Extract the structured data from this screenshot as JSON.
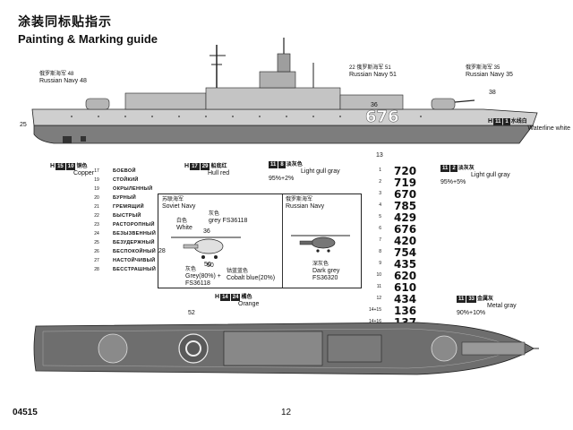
{
  "header": {
    "title_cn": "涂装同标贴指示",
    "title_en": "Painting & Marking guide"
  },
  "callouts": {
    "navy48": {
      "cn": "俄罗斯海军 48",
      "en": "Russian Navy 48"
    },
    "navy51": {
      "num": "22",
      "cn": "俄罗斯海军 51",
      "en": "Russian Navy 51"
    },
    "navy35": {
      "cn": "俄罗斯海军 35",
      "en": "Russian Navy 35"
    },
    "copper": {
      "code": "H",
      "n1": "15",
      "n2": "10",
      "cn": "铜色",
      "en": "Copper"
    },
    "hullred": {
      "code": "H",
      "n1": "17",
      "n2": "29",
      "cn": "船底红",
      "en": "Hull red"
    },
    "lgg1": {
      "n1": "11",
      "n2": "8",
      "cn": "淡灰色",
      "en": "Light gull gray",
      "mix": "95%+2%"
    },
    "lgg2": {
      "n1": "11",
      "n2": "2",
      "cn": "淡灰灰",
      "en": "Light gull gray",
      "mix": "95%+5%"
    },
    "waterline": {
      "code": "H",
      "n1": "11",
      "n2": "1",
      "cn": "水线白",
      "en": "Waterline white"
    },
    "orange": {
      "code": "H",
      "n1": "14",
      "n2": "24",
      "cn": "橘色",
      "en": "Orange"
    },
    "metal": {
      "n1": "11",
      "n2": "33",
      "cn": "金属灰",
      "en": "Metal gray",
      "mix": "90%+10%"
    }
  },
  "side_marks": {
    "m1": "25",
    "m2": "36",
    "m3": "38",
    "m4": "13",
    "m5": "52",
    "m6": "50"
  },
  "ship_names": {
    "indices": [
      "17",
      "19",
      "19",
      "20",
      "21",
      "22",
      "23",
      "24",
      "25",
      "26",
      "27",
      "28"
    ],
    "names": [
      "БОЕВОЙ",
      "СТОЙКИЙ",
      "ОКРЫЛЕННЫЙ",
      "БУРНЫЙ",
      "ГРЕМЯЩИЙ",
      "БЫСТРЫЙ",
      "РАСТОРОПНЫЙ",
      "БЕЗЫЗВЕННЫЙ",
      "БЕЗУДЕРЖНЫЙ",
      "БЕСПОКОЙНЫЙ",
      "НАСТОЙЧИВЫЙ",
      "БЕССТРАШНЫЙ"
    ]
  },
  "hull_numbers": {
    "indices": [
      "1",
      "2",
      "3",
      "4",
      "5",
      "6",
      "7",
      "8",
      "9",
      "10",
      "11",
      "12",
      "14+15",
      "14+16"
    ],
    "values": [
      "720",
      "719",
      "670",
      "785",
      "429",
      "676",
      "420",
      "754",
      "435",
      "620",
      "610",
      "434",
      "136",
      "137"
    ]
  },
  "box": {
    "soviet_cn": "苏联海军",
    "soviet_en": "Soviet Navy",
    "grey_cn": "灰色",
    "grey_en": "grey FS36118",
    "white_cn": "白色",
    "white_en": "White",
    "mark36": "36",
    "heli_num_a": "28",
    "heli_num_b": "50",
    "mix_cn": "灰色",
    "mix_en": "Grey(80%) +",
    "mix_fs": "FS36118",
    "cobalt_cn": "钴蓝蓝色",
    "cobalt_en": "Cobalt blue(20%)",
    "russian_cn": "俄罗斯海军",
    "russian_en": "Russian Navy",
    "dark_cn": "深灰色",
    "dark_en": "Dark grey",
    "dark_fs": "FS36320"
  },
  "footer": {
    "code": "04515",
    "page": "12"
  },
  "hull_text": "676",
  "colors": {
    "hull_light": "#c9c9c9",
    "hull_red": "#7d7d7d",
    "deck": "#6e6e6e",
    "ink": "#111111"
  }
}
